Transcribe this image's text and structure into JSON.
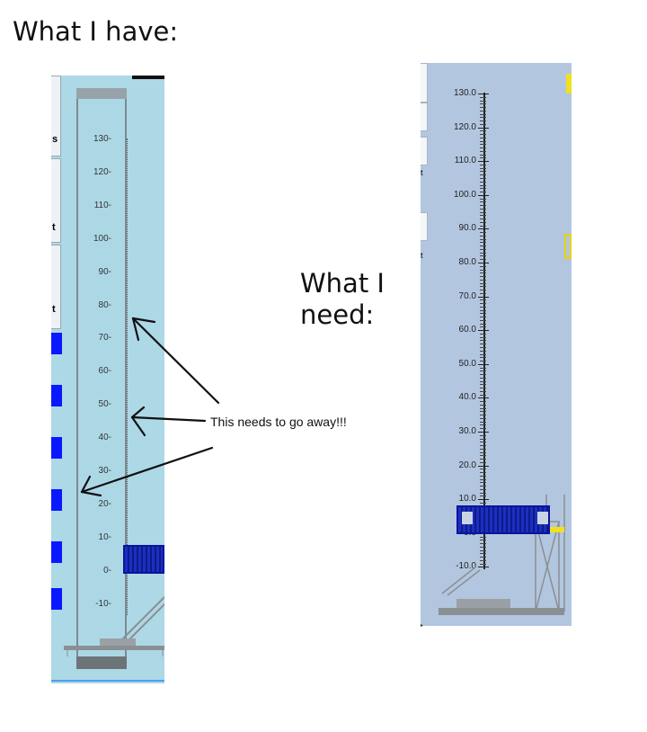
{
  "headings": {
    "have": "What I have:",
    "need": "What I need:"
  },
  "annotation": {
    "note": "This needs to go away!!!"
  },
  "left_panel": {
    "button_letters": [
      "s",
      "t",
      "t"
    ],
    "scale_labels": [
      "130",
      "120",
      "110",
      "100",
      "90",
      "80",
      "70",
      "60",
      "50",
      "40",
      "30",
      "20",
      "10",
      "0",
      "-10"
    ]
  },
  "right_panel": {
    "button_letters": [
      "t",
      "t"
    ],
    "scale_labels": [
      "130.0",
      "120.0",
      "110.0",
      "100.0",
      "90.0",
      "80.0",
      "70.0",
      "60.0",
      "50.0",
      "40.0",
      "30.0",
      "20.0",
      "10.0",
      "0.0",
      "-10.0"
    ]
  },
  "colors": {
    "left_background": "#add8e6",
    "right_background": "#b3c6df",
    "container_blue": "#0d1a8a",
    "button_blue": "#0a18ff",
    "highlight_yellow": "#f0e020"
  },
  "icons": [
    "arrow-icon",
    "crane-icon",
    "container-icon"
  ]
}
